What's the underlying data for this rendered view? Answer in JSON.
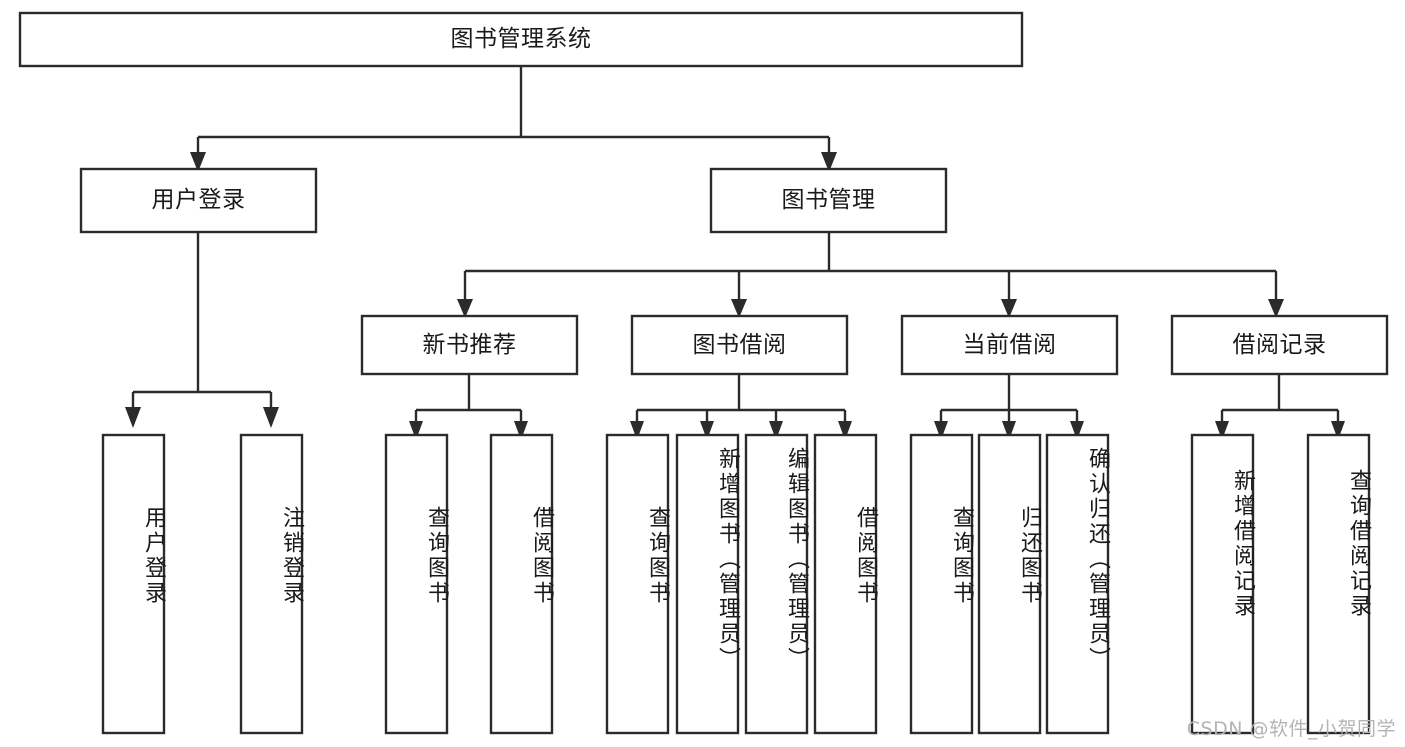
{
  "diagram": {
    "title": "图书管理系统",
    "type": "tree-hierarchy-diagram",
    "colors": {
      "box_stroke": "#2b2b2b",
      "box_fill": "#ffffff",
      "connector": "#2b2b2b",
      "text": "#1a1a1a",
      "watermark": "#b4b4b4",
      "background": "#ffffff"
    },
    "root": {
      "label": "图书管理系统"
    },
    "level2": [
      {
        "label": "用户登录"
      },
      {
        "label": "图书管理"
      }
    ],
    "level3": [
      {
        "label": "新书推荐"
      },
      {
        "label": "图书借阅"
      },
      {
        "label": "当前借阅"
      },
      {
        "label": "借阅记录"
      }
    ],
    "leaves": {
      "user_login": [
        {
          "label": "用户登录"
        },
        {
          "label": "注销登录"
        }
      ],
      "new_book_recommend": [
        {
          "label": "查询图书"
        },
        {
          "label": "借阅图书"
        }
      ],
      "book_borrow": [
        {
          "label": "查询图书"
        },
        {
          "label": "新增图书（管理员）"
        },
        {
          "label": "编辑图书（管理员）"
        },
        {
          "label": "借阅图书"
        }
      ],
      "current_borrow": [
        {
          "label": "查询图书"
        },
        {
          "label": "归还图书"
        },
        {
          "label": "确认归还（管理员）"
        }
      ],
      "borrow_records": [
        {
          "label": "新增借阅记录"
        },
        {
          "label": "查询借阅记录"
        }
      ]
    }
  },
  "watermark": {
    "text": "CSDN @软件_小贺同学"
  }
}
